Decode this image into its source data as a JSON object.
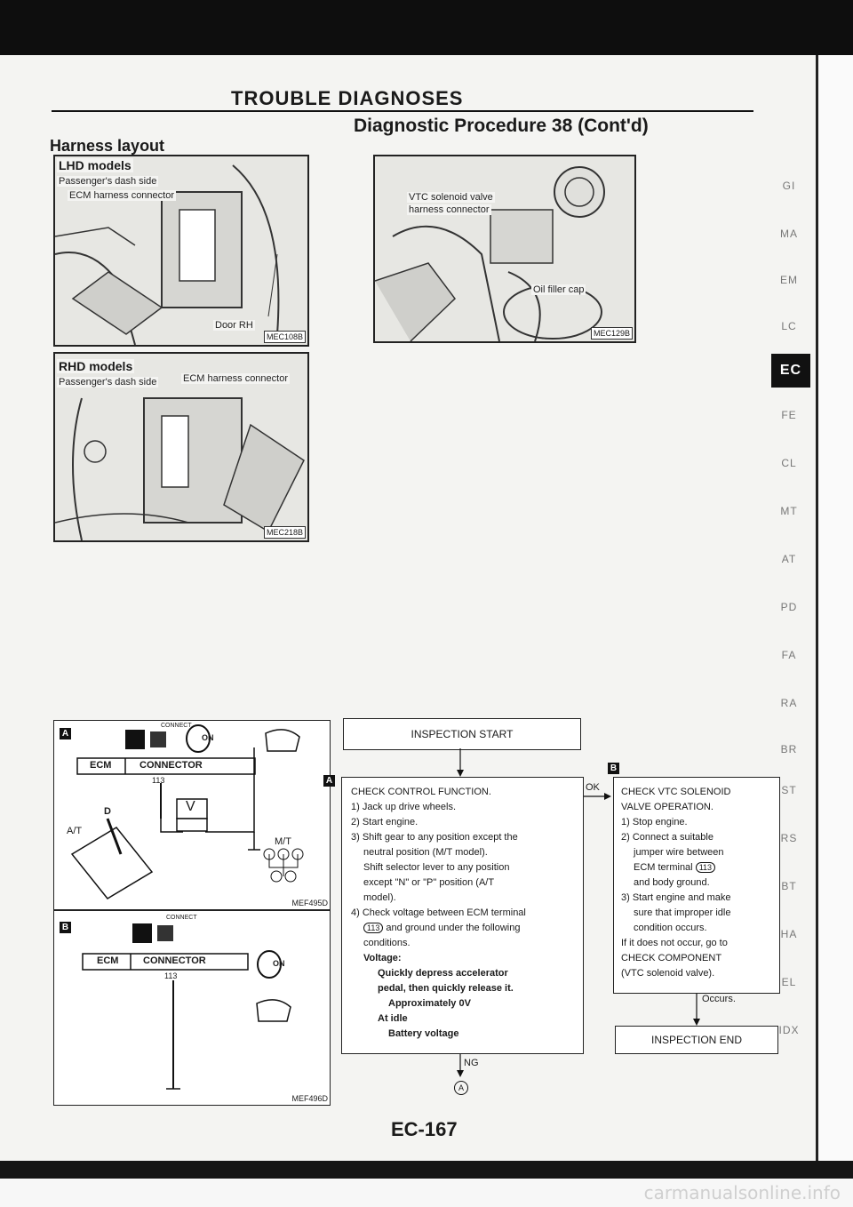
{
  "header": {
    "title": "TROUBLE DIAGNOSES",
    "subtitle": "Diagnostic Procedure 38 (Cont'd)"
  },
  "harness_layout": {
    "heading": "Harness layout",
    "lhd": {
      "title": "LHD models",
      "labels": [
        "Passenger's dash side",
        "ECM harness connector",
        "Door RH"
      ],
      "code": "MEC108B"
    },
    "rhd": {
      "title": "RHD models",
      "labels": [
        "Passenger's dash side",
        "ECM harness connector"
      ],
      "code": "MEC218B"
    },
    "vtc": {
      "labels": [
        "VTC solenoid valve",
        "harness connector",
        "Oil filler cap"
      ],
      "code": "MEC129B"
    }
  },
  "figures": {
    "a": {
      "marker": "A",
      "connect": "CONNECT",
      "on": "ON",
      "ecm": "ECM",
      "connector": "CONNECTOR",
      "terminal": "113",
      "meter": "V",
      "gear_d": "D",
      "at": "A/T",
      "mt": "M/T",
      "code": "MEF495D"
    },
    "b": {
      "marker": "B",
      "connect": "CONNECT",
      "on": "ON",
      "ecm": "ECM",
      "connector": "CONNECTOR",
      "terminal": "113",
      "code": "MEF496D"
    }
  },
  "flow": {
    "start": "INSPECTION START",
    "marker_a": "A",
    "marker_b": "B",
    "check_control": {
      "title": "CHECK CONTROL FUNCTION.",
      "s1": "1) Jack up drive wheels.",
      "s2": "2) Start engine.",
      "s3a": "3) Shift gear to any position except the",
      "s3b": "neutral position (M/T model).",
      "s3c": "Shift selector lever to any position",
      "s3d": "except \"N\" or \"P\" position (A/T",
      "s3e": "model).",
      "s4a": "4) Check voltage between ECM terminal",
      "s4b_terminal": "113",
      "s4b_rest": "and ground under the following",
      "s4c": "conditions.",
      "voltage": "Voltage:",
      "q1": "Quickly depress accelerator",
      "q2": "pedal, then quickly release it.",
      "q3": "Approximately 0V",
      "q4": "At idle",
      "q5": "Battery voltage"
    },
    "ok": "OK",
    "ng": "NG",
    "end_marker": "A",
    "check_vtc": {
      "l1": "CHECK VTC SOLENOID",
      "l2": "VALVE OPERATION.",
      "l3": "1) Stop engine.",
      "l4": "2) Connect a suitable",
      "l5": "jumper wire between",
      "l6_pre": "ECM terminal",
      "l6_terminal": "113",
      "l7": "and body ground.",
      "l8": "3) Start engine and make",
      "l9": "sure that improper idle",
      "l10": "condition occurs.",
      "l11": "If it does not occur, go to",
      "l12": "CHECK COMPONENT",
      "l13": "(VTC solenoid valve)."
    },
    "occurs": "Occurs.",
    "end": "INSPECTION END"
  },
  "side_tabs": [
    "GI",
    "MA",
    "EM",
    "LC",
    "EC",
    "FE",
    "CL",
    "MT",
    "AT",
    "PD",
    "FA",
    "RA",
    "BR",
    "ST",
    "RS",
    "BT",
    "HA",
    "EL",
    "IDX"
  ],
  "page_number": "EC-167",
  "footer": "carmanualsonline.info"
}
